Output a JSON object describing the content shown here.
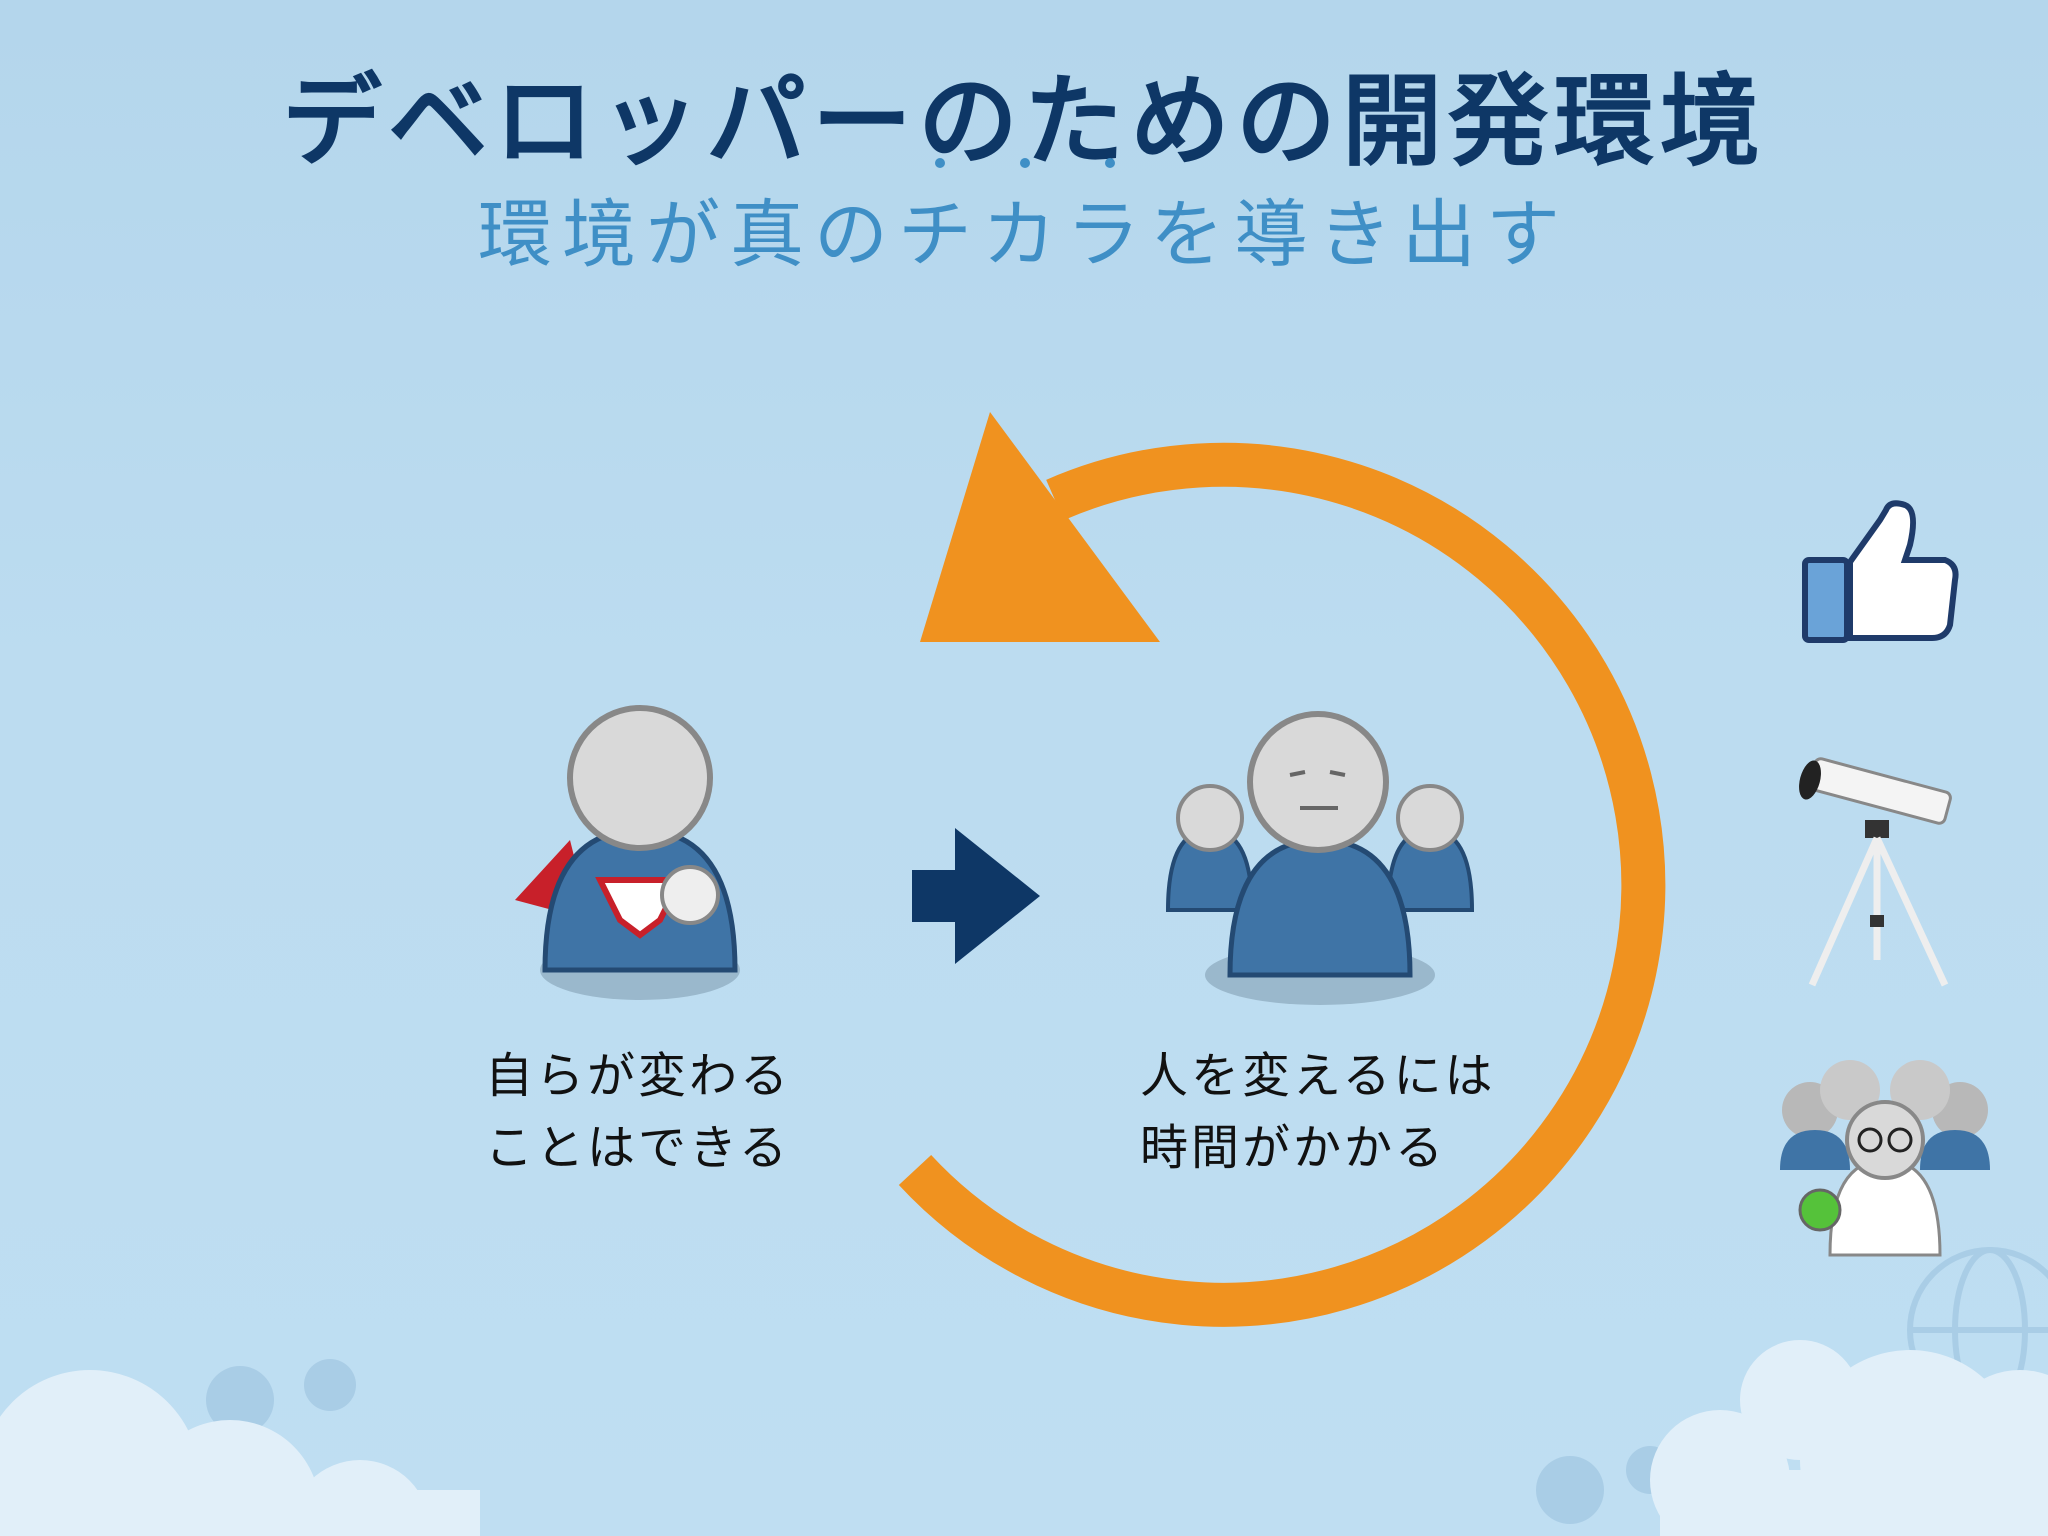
{
  "title": "デベロッパーのための開発環境",
  "subtitle": "環境が真のチカラを導き出す",
  "left_caption": {
    "line1": "自らが変わる",
    "line2": "ことはできる"
  },
  "right_caption": {
    "line1": "人を変えるには",
    "line2": "時間がかかる"
  },
  "icons": {
    "hero": "superhero-person-icon",
    "arrow": "right-arrow-icon",
    "crowd": "group-of-people-icon",
    "cycle": "circular-arrow-icon",
    "thumb": "thumbs-up-icon",
    "telescope": "telescope-icon",
    "scientist": "scientist-group-icon"
  },
  "colors": {
    "title": "#0e3766",
    "subtitle": "#3f8fc6",
    "cycle_arrow": "#f0921f",
    "person_body": "#3f74a6",
    "background": "#bcdcf0"
  }
}
